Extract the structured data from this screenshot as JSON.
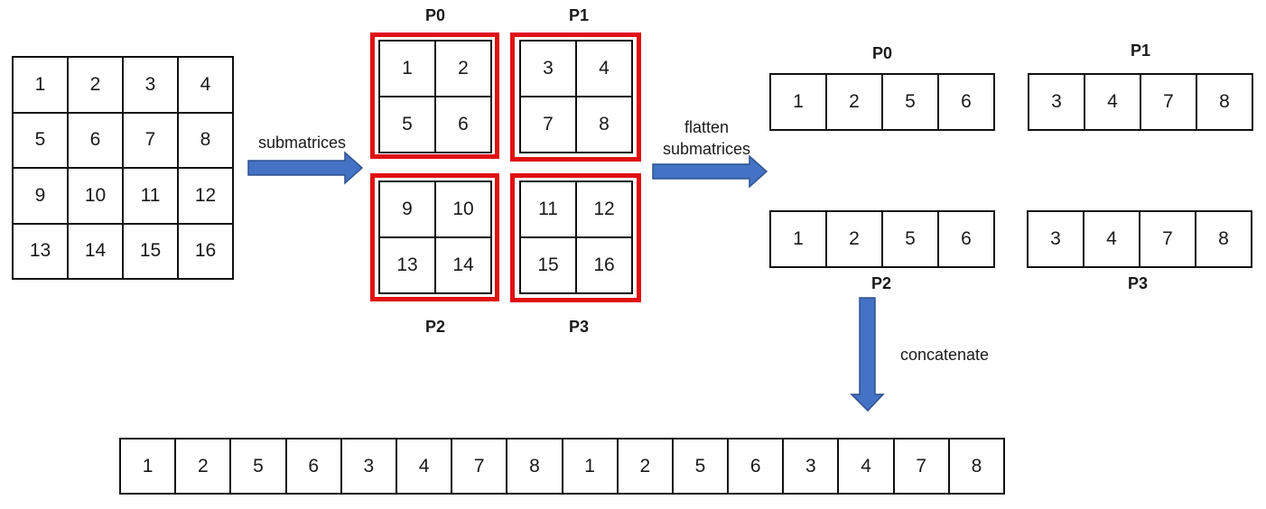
{
  "matrix": [
    "1",
    "2",
    "3",
    "4",
    "5",
    "6",
    "7",
    "8",
    "9",
    "10",
    "11",
    "12",
    "13",
    "14",
    "15",
    "16"
  ],
  "submatrices": [
    {
      "label": "P0",
      "cells": [
        "1",
        "2",
        "5",
        "6"
      ]
    },
    {
      "label": "P1",
      "cells": [
        "3",
        "4",
        "7",
        "8"
      ]
    },
    {
      "label": "P2",
      "cells": [
        "9",
        "10",
        "13",
        "14"
      ]
    },
    {
      "label": "P3",
      "cells": [
        "11",
        "12",
        "15",
        "16"
      ]
    }
  ],
  "arrow_labels": {
    "submatrices": "submatrices",
    "flatten": "flatten\nsubmatrices",
    "concatenate": "concatenate"
  },
  "flattened": [
    {
      "label": "P0",
      "cells": [
        "1",
        "2",
        "5",
        "6"
      ]
    },
    {
      "label": "P1",
      "cells": [
        "3",
        "4",
        "7",
        "8"
      ]
    },
    {
      "label": "P2",
      "cells": [
        "1",
        "2",
        "5",
        "6"
      ]
    },
    {
      "label": "P3",
      "cells": [
        "3",
        "4",
        "7",
        "8"
      ]
    }
  ],
  "result": [
    "1",
    "2",
    "5",
    "6",
    "3",
    "4",
    "7",
    "8",
    "1",
    "2",
    "5",
    "6",
    "3",
    "4",
    "7",
    "8"
  ],
  "colors": {
    "highlight": "#e01010",
    "arrow": "#4472c4",
    "arrow_outline": "#2f528f"
  }
}
